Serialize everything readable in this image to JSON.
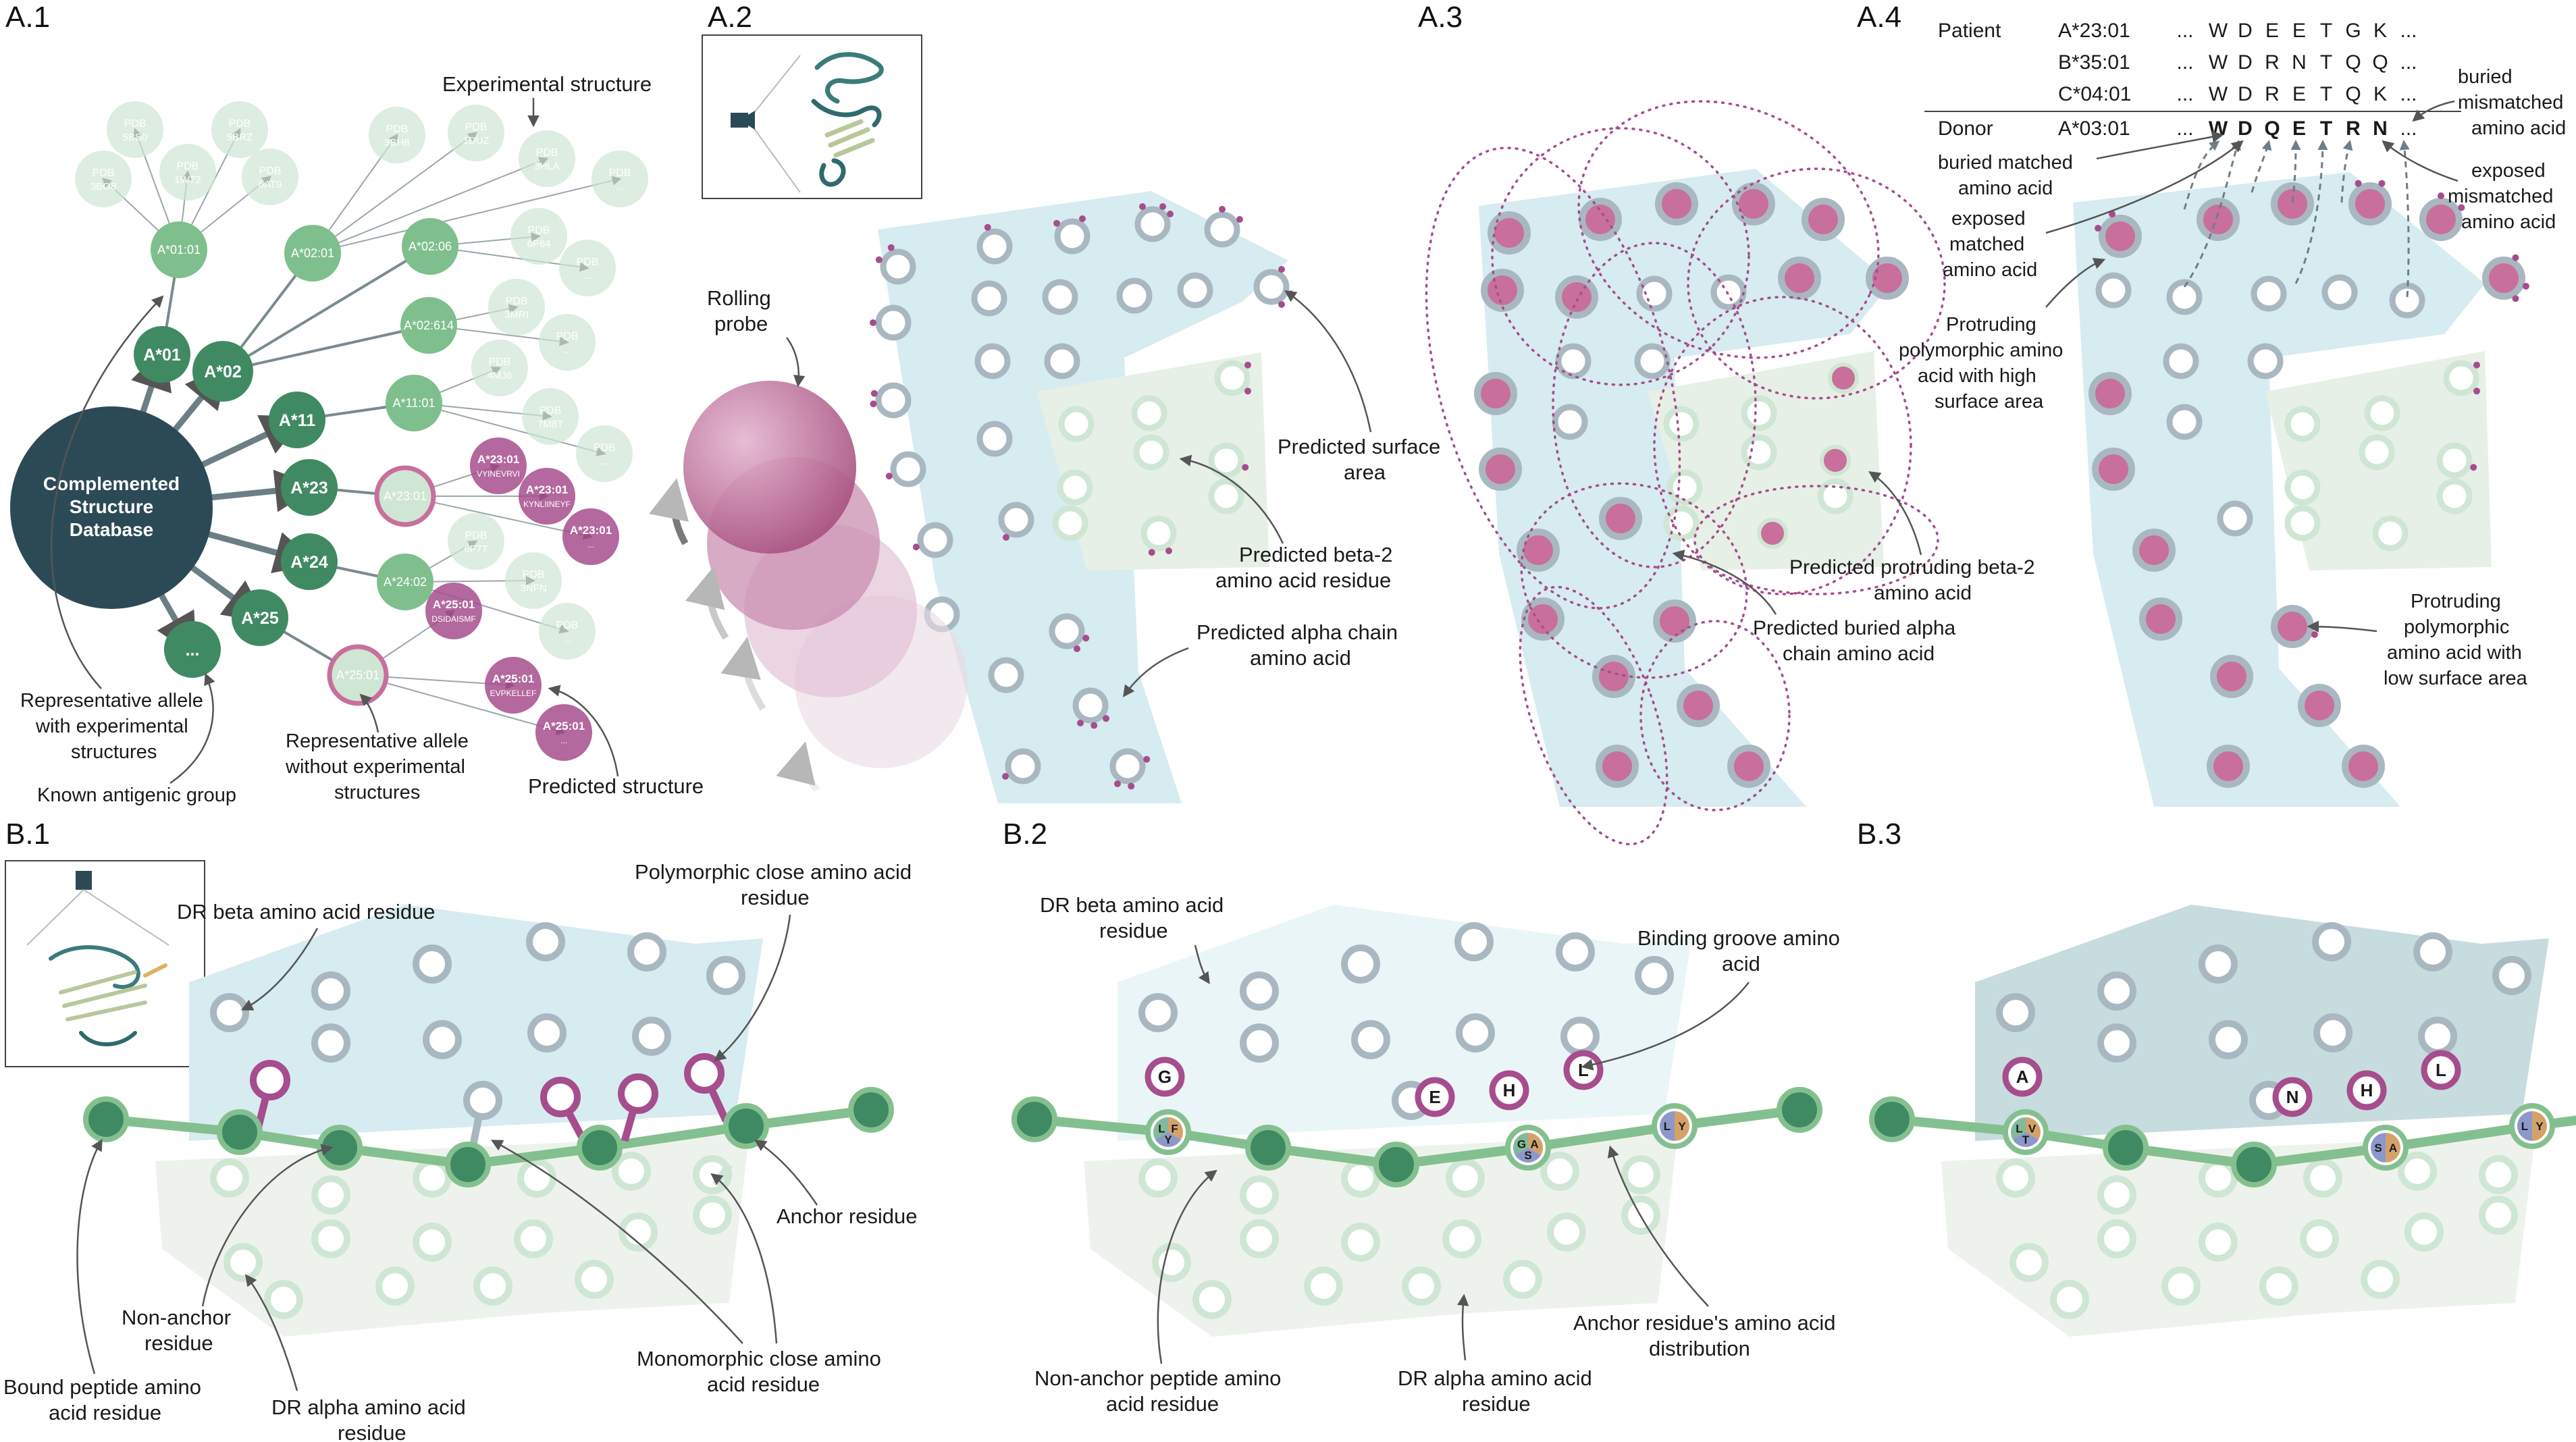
{
  "panels": {
    "a1": "A.1",
    "a2": "A.2",
    "a3": "A.3",
    "a4": "A.4",
    "b1": "B.1",
    "b2": "B.2",
    "b3": "B.3"
  },
  "a1": {
    "center": [
      "Complemented",
      "Structure",
      "Database"
    ],
    "groups": [
      "A*01",
      "A*02",
      "A*11",
      "A*23",
      "A*24",
      "A*25",
      "..."
    ],
    "alleles": [
      "A*01:01",
      "A*02:01",
      "A*02:06",
      "A*02:614",
      "A*11:01",
      "A*23:01",
      "A*24:02",
      "A*25:01"
    ],
    "pdb_a0101": [
      [
        "PDB",
        "5BS0"
      ],
      [
        "PDB",
        "5BRZ"
      ],
      [
        "PDB",
        "3BO8"
      ],
      [
        "PDB",
        "1W72"
      ],
      [
        "PDB",
        "6AT9"
      ]
    ],
    "pdb_a0201": [
      [
        "PDB",
        "3BH8"
      ],
      [
        "PDB",
        "1DUZ"
      ],
      [
        "PDB",
        "3HLA"
      ],
      [
        "PDB",
        "..."
      ]
    ],
    "pdb_a0206": [
      [
        "PDB",
        "6P64"
      ],
      [
        "PDB",
        "..."
      ]
    ],
    "pdb_a02614": [
      [
        "PDB",
        "3MRI"
      ],
      [
        "PDB",
        "..."
      ]
    ],
    "pdb_a1101": [
      [
        "PDB",
        "4MJ6"
      ],
      [
        "PDB",
        "7M8T"
      ],
      [
        "PDB",
        "..."
      ]
    ],
    "pdb_a2402": [
      [
        "PDB",
        "6F7T"
      ],
      [
        "PDB",
        "3NFN"
      ],
      [
        "PDB",
        "..."
      ]
    ],
    "pred_a2301": [
      [
        "A*23:01",
        "VYINEVRVI"
      ],
      [
        "A*23:01",
        "KYNLIINEYF"
      ],
      [
        "A*23:01",
        "..."
      ]
    ],
    "pred_a2501": [
      [
        "A*25:01",
        "DSIDAISMF"
      ],
      [
        "A*25:01",
        "EVPKELLEF"
      ],
      [
        "A*25:01",
        "..."
      ]
    ],
    "labels": {
      "experimental": "Experimental structure",
      "rep_with": [
        "Representative allele",
        "with experimental",
        "structures"
      ],
      "known_group": "Known antigenic group",
      "rep_without": [
        "Representative allele",
        "without experimental",
        "structures"
      ],
      "predicted": "Predicted structure"
    }
  },
  "a2": {
    "labels": {
      "probe": [
        "Rolling",
        "probe"
      ],
      "surface": [
        "Predicted surface",
        "area"
      ],
      "beta2": [
        "Predicted beta-2",
        "amino acid residue"
      ],
      "alpha": [
        "Predicted alpha chain",
        "amino acid"
      ]
    }
  },
  "a3": {
    "labels": {
      "protruding_beta2": [
        "Predicted protruding beta-2",
        "amino acid"
      ],
      "buried_alpha": [
        "Predicted buried alpha",
        "chain amino acid"
      ]
    }
  },
  "a4": {
    "patient_label": "Patient",
    "donor_label": "Donor",
    "patient_rows": [
      {
        "allele": "A*23:01",
        "seq": [
          "...",
          "W",
          "D",
          "E",
          "E",
          "T",
          "G",
          "K",
          "..."
        ]
      },
      {
        "allele": "B*35:01",
        "seq": [
          "...",
          "W",
          "D",
          "R",
          "N",
          "T",
          "Q",
          "Q",
          "..."
        ]
      },
      {
        "allele": "C*04:01",
        "seq": [
          "...",
          "W",
          "D",
          "R",
          "E",
          "T",
          "Q",
          "K",
          "..."
        ]
      }
    ],
    "donor_row": {
      "allele": "A*03:01",
      "seq": [
        "...",
        "W",
        "D",
        "Q",
        "E",
        "T",
        "R",
        "N",
        "..."
      ]
    },
    "donor_colors": [
      "#1a1a1a",
      "#b9c3ca",
      "#6dbb79",
      "#b24d96",
      "#c4c4c4",
      "#c4c4c4",
      "#a04d8f",
      "#c9a06a",
      "#1a1a1a"
    ],
    "labels": {
      "buried_mismatched": [
        "buried",
        "mismatched",
        "amino acid"
      ],
      "buried_matched": [
        "buried matched",
        "amino acid"
      ],
      "exposed_mismatched": [
        "exposed",
        "mismatched",
        "amino acid"
      ],
      "exposed_matched": [
        "exposed",
        "matched",
        "amino acid"
      ],
      "protruding_high": [
        "Protruding",
        "polymorphic amino",
        "acid with high",
        "surface area"
      ],
      "protruding_low": [
        "Protruding",
        "polymorphic",
        "amino acid with",
        "low surface area"
      ]
    }
  },
  "b1": {
    "labels": {
      "dr_beta": "DR beta amino acid residue",
      "poly_close": [
        "Polymorphic close amino acid",
        "residue"
      ],
      "anchor": "Anchor residue",
      "non_anchor": [
        "Non-anchor",
        "residue"
      ],
      "bound_peptide": [
        "Bound peptide amino",
        "acid residue"
      ],
      "dr_alpha": [
        "DR alpha amino acid",
        "residue"
      ],
      "mono_close": [
        "Monomorphic close amino",
        "acid residue"
      ]
    }
  },
  "b2": {
    "groove_letters": [
      "G",
      "E",
      "H",
      "L"
    ],
    "anchor_letters": [
      [
        "F",
        "Y",
        "L"
      ],
      [
        "A",
        "S",
        "G"
      ],
      [
        "Y",
        "L"
      ]
    ],
    "labels": {
      "dr_beta": [
        "DR beta amino acid",
        "residue"
      ],
      "groove": [
        "Binding groove amino",
        "acid"
      ],
      "non_anchor_pep": [
        "Non-anchor peptide amino",
        "acid residue"
      ],
      "dr_alpha": [
        "DR alpha amino acid",
        "residue"
      ],
      "anchor_dist": [
        "Anchor residue's amino acid",
        "distribution"
      ]
    }
  },
  "b3": {
    "groove_letters": [
      "A",
      "N",
      "H",
      "L"
    ],
    "anchor_letters": [
      [
        "V",
        "T",
        "L"
      ],
      [
        "A",
        "S"
      ],
      [
        "Y",
        "L"
      ]
    ]
  },
  "colors": {
    "dark_teal": "#2c4a56",
    "green_dark": "#3f8a63",
    "green_mid": "#7fbf8e",
    "green_light": "#cfe6d4",
    "pink": "#c86f9c",
    "pink_light": "#e3b7cf",
    "blue_bg": "#d6ecf0",
    "green_bg": "#e7f0e6",
    "grey_ring": "#a9b8c0",
    "magenta": "#a64d8d",
    "peptide": "#84c08f"
  }
}
